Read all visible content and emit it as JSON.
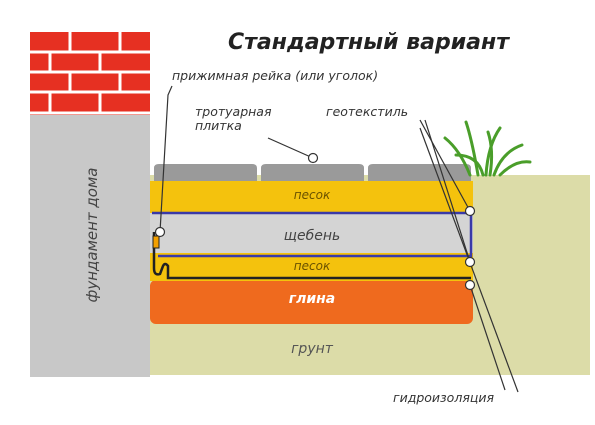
{
  "title": "Стандартный вариант",
  "labels": {
    "rail": "прижимная рейка (или уголок)",
    "tile_line1": "тротуарная",
    "tile_line2": "плитка",
    "geotextile": "геотекстиль",
    "waterproofing": "гидроизоляция",
    "foundation": "фундамент дома"
  },
  "layers": {
    "sand_top": "песок",
    "gravel": "щебень",
    "sand_bottom": "песок",
    "clay": "глина",
    "soil": "грунт"
  },
  "colors": {
    "brick": "#e63022",
    "foundation": "#c8c8c8",
    "tile": "#9a9a9a",
    "sand": "#f4c20d",
    "gravel": "#d4d4d4",
    "clay": "#ef6a1e",
    "soil": "#dcdca8",
    "geotextile": "#3a3aa8",
    "grass": "#4a9e2a"
  }
}
